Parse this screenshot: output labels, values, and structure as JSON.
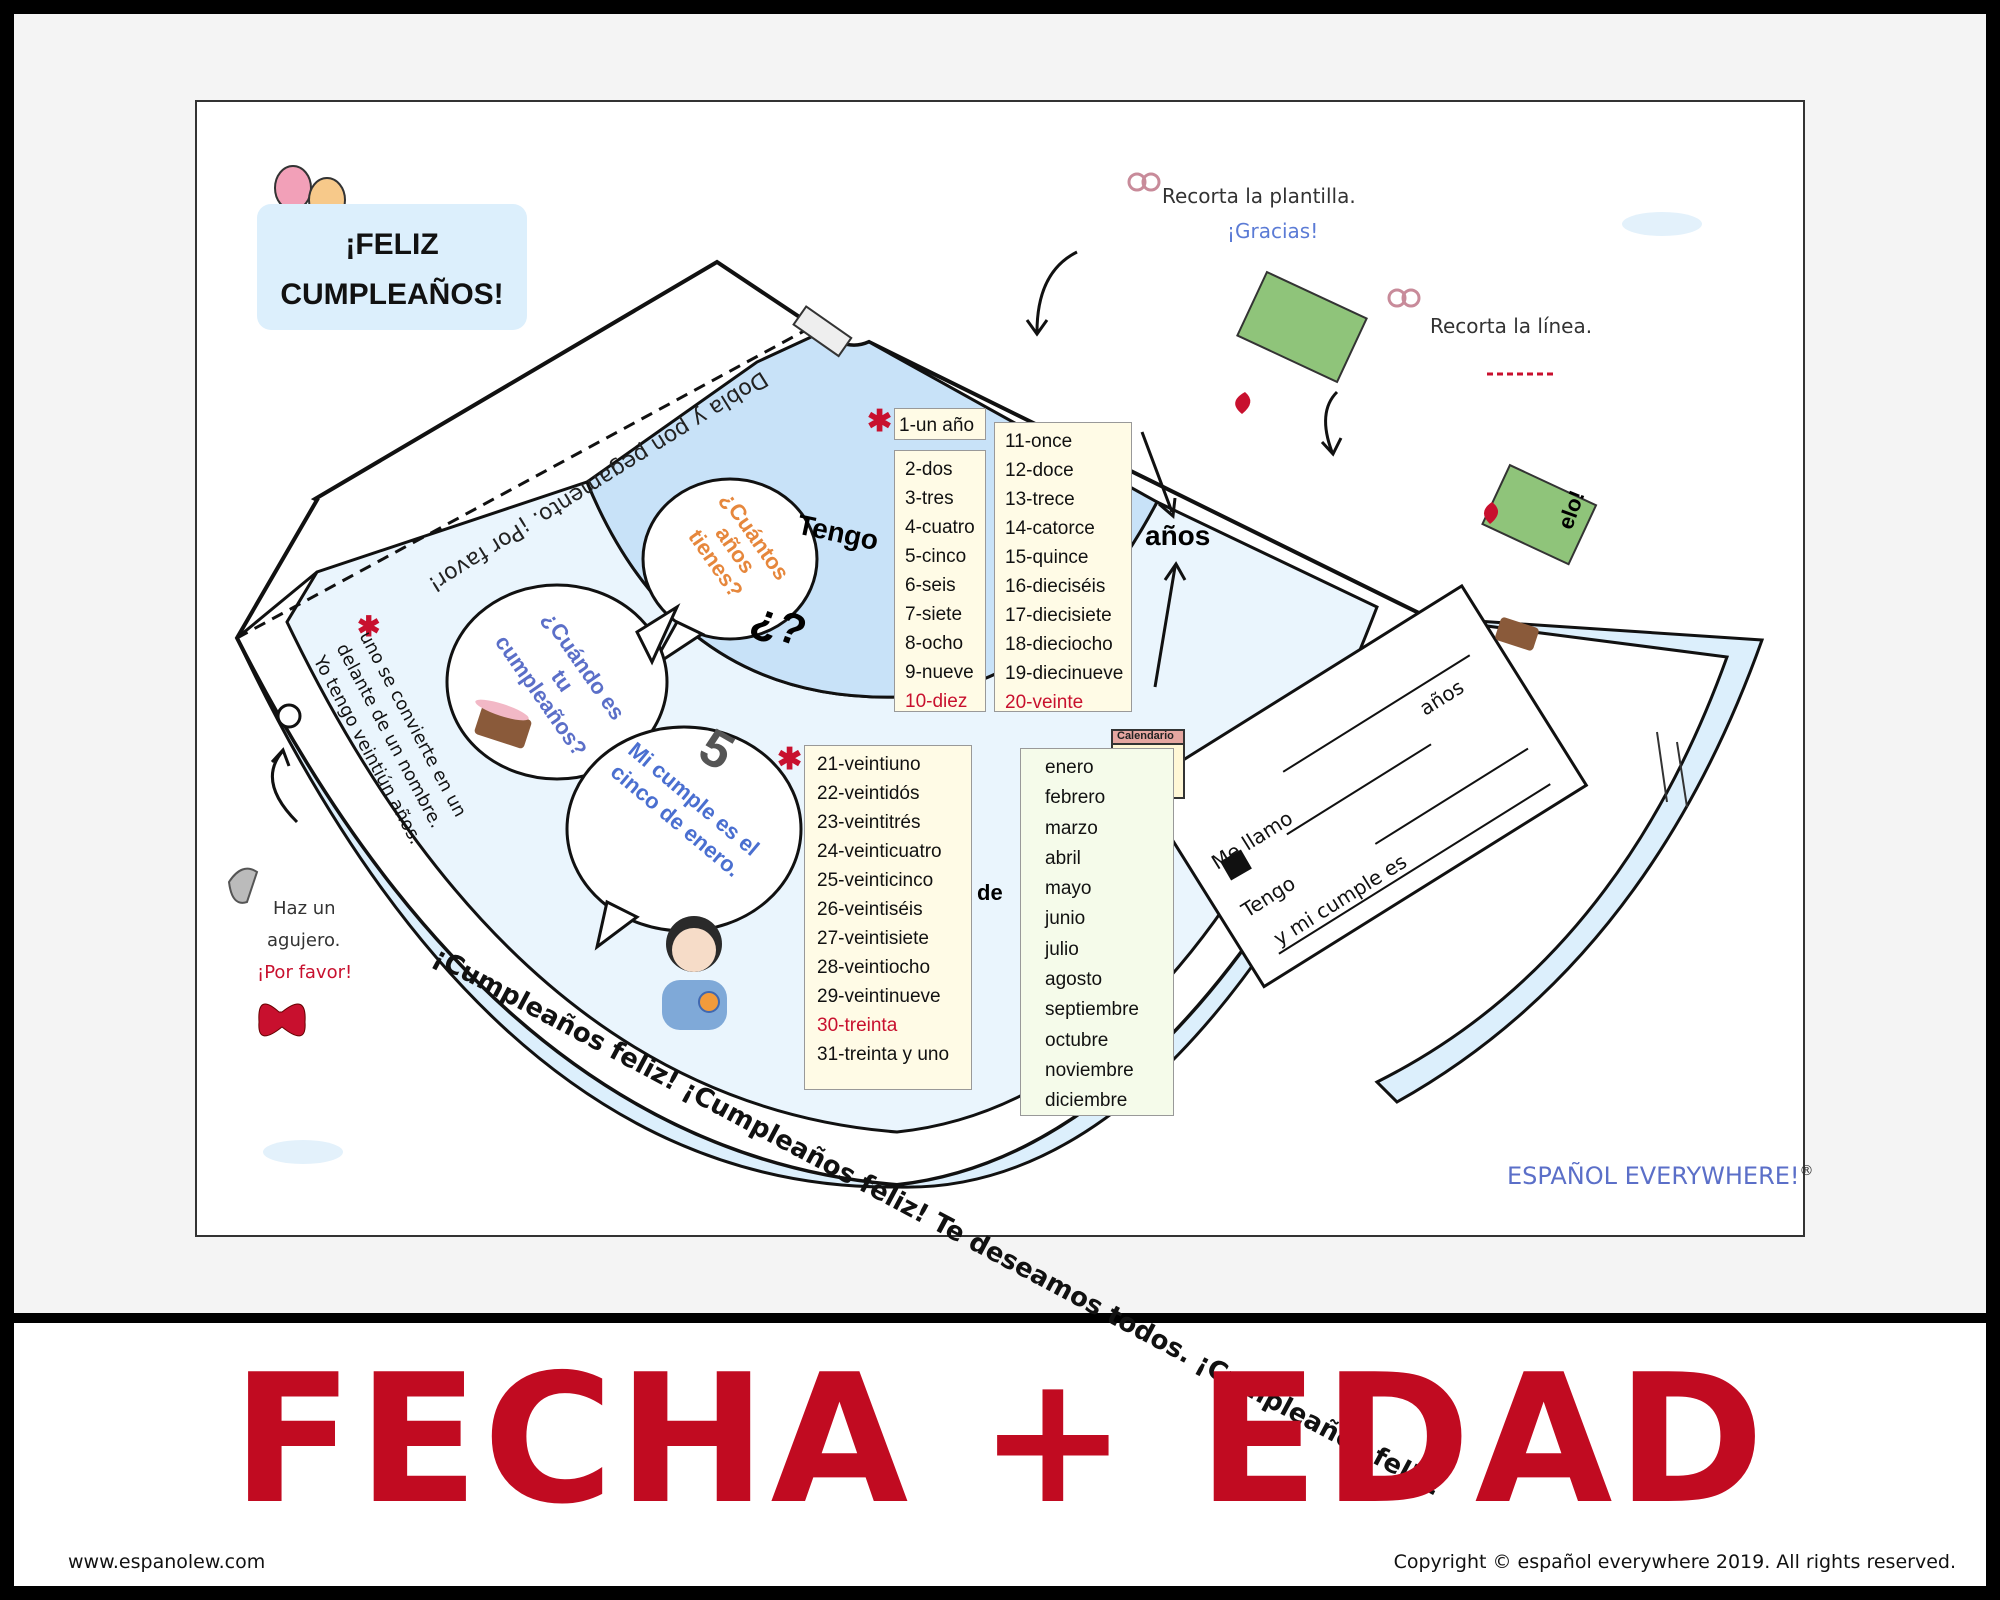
{
  "title_box": {
    "line1": "¡FELIZ",
    "line2": "CUMPLEAÑOS!"
  },
  "instructions": {
    "cut_template": "Recorta la plantilla.",
    "thanks": "¡Gracias!",
    "cut_line": "Recorta la línea.",
    "hole_line1": "Haz un",
    "hole_line2": "agujero.",
    "please": "¡Por favor!",
    "fold": "Dobla y pon pegamento. ¡Por favor!"
  },
  "bubbles": {
    "cuantos": "¿Cuántos años tienes?",
    "cuando": "¿Cuándo es tu cumpleaños?",
    "mi_cumple": "Mi cumple es el cinco de enero."
  },
  "bubble_number": "5",
  "tengo": "Tengo",
  "question_mark": "¿?",
  "anos": "años",
  "de": "de",
  "note": {
    "line1": "uno se convierte en un",
    "line2": "delante de un nombre.",
    "line3": "Yo tengo veintiún años."
  },
  "numbers_1_10": [
    "1-un año",
    "2-dos",
    "3-tres",
    "4-cuatro",
    "5-cinco",
    "6-seis",
    "7-siete",
    "8-ocho",
    "9-nueve",
    "10-diez"
  ],
  "numbers_11_20": [
    "11-once",
    "12-doce",
    "13-trece",
    "14-catorce",
    "15-quince",
    "16-dieciséis",
    "17-diecisiete",
    "18-dieciocho",
    "19-diecinueve",
    "20-veinte"
  ],
  "numbers_21_31": [
    "21-veintiuno",
    "22-veintidós",
    "23-veintitrés",
    "24-veinticuatro",
    "25-veinticinco",
    "26-veintiséis",
    "27-veintisiete",
    "28-veintiocho",
    "29-veintinueve",
    "30-treinta",
    "31-treinta y uno"
  ],
  "months": [
    "enero",
    "febrero",
    "marzo",
    "abril",
    "mayo",
    "junio",
    "julio",
    "agosto",
    "septiembre",
    "octubre",
    "noviembre",
    "diciembre"
  ],
  "calendar_label": "Calendario",
  "card": {
    "line1": "Me llamo",
    "line2": "Tengo",
    "line2_suffix": "años",
    "line3": "y mi cumple es"
  },
  "banner": "¡Cumpleaños feliz! ¡Cumpleaños feliz! Te deseamos todos. ¡Cumpleaños feliz!",
  "gift_tag": "elo!",
  "brand": "ESPAÑOL EVERYWHERE!",
  "brand_mark": "®",
  "main_title": "FECHA + EDAD",
  "footer": {
    "website": "www.espanolew.com",
    "copyright": "Copyright © español everywhere 2019. All rights reserved."
  },
  "colors": {
    "accent_red": "#c10b21",
    "light_blue": "#dceffc",
    "mid_blue": "#c8e2f8"
  }
}
